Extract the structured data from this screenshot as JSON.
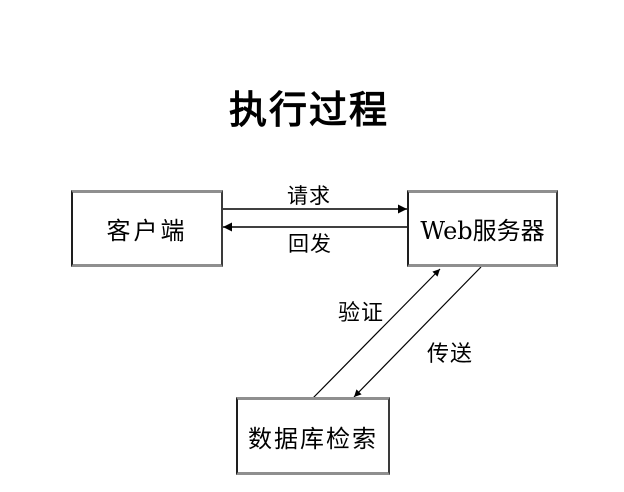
{
  "title": "执行过程",
  "nodes": {
    "client": {
      "label": "客户端"
    },
    "web_server": {
      "label": "Web服务器"
    },
    "database": {
      "label": "数据库检索"
    }
  },
  "edges": {
    "request": {
      "label": "请求",
      "from": "client",
      "to": "web_server",
      "direction": "right"
    },
    "postback": {
      "label": "回发",
      "from": "web_server",
      "to": "client",
      "direction": "left"
    },
    "verify": {
      "label": "验证",
      "from": "database",
      "to": "web_server",
      "direction": "up-right"
    },
    "transfer": {
      "label": "传送",
      "from": "web_server",
      "to": "database",
      "direction": "down-left"
    }
  },
  "colors": {
    "background": "#ffffff",
    "text": "#000000",
    "line": "#000000",
    "box_border_dark": "#1e1e1e",
    "box_border_gray": "#8f8f8f"
  }
}
